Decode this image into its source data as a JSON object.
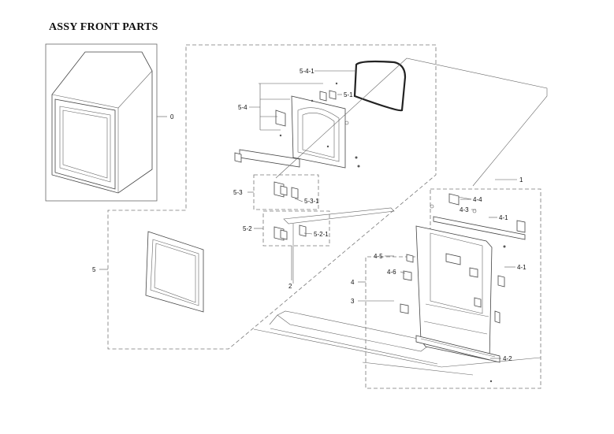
{
  "title": "ASSY FRONT PARTS",
  "callouts": {
    "c0": "0",
    "c1": "1",
    "c2": "2",
    "c3": "3",
    "c4": "4",
    "c4_1a": "4-1",
    "c4_1b": "4-1",
    "c4_2": "4-2",
    "c4_3": "4-3",
    "c4_4": "4-4",
    "c4_5": "4-5",
    "c4_6": "4-6",
    "c5": "5",
    "c5_1": "5-1",
    "c5_2": "5-2",
    "c5_2_1": "5-2-1",
    "c5_3": "5-3",
    "c5_3_1": "5-3-1",
    "c5_4": "5-4",
    "c5_4_1": "5-4-1"
  }
}
